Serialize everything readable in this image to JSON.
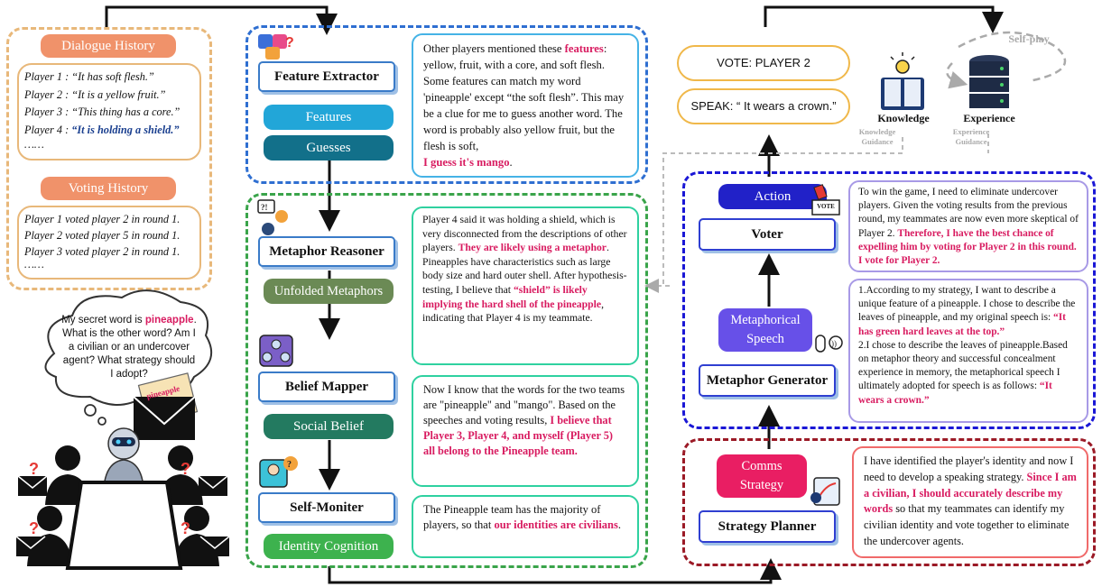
{
  "left": {
    "dialogue_title": "Dialogue History",
    "dialogue": [
      {
        "text": "Player 1 : “It has soft flesh.”"
      },
      {
        "text": "Player 2 : “It is a yellow fruit.”"
      },
      {
        "text": "Player 3 : “This thing has a core.”"
      },
      {
        "prefix": "Player 4 : ",
        "highlight": "“It is holding a shield.”"
      }
    ],
    "dialogue_ellipsis": "……",
    "voting_title": "Voting History",
    "voting": [
      "Player 1 voted player 2 in round 1.",
      "Player 2 voted player 5 in round 1.",
      "Player 3 voted player 2 in round 1."
    ],
    "voting_ellipsis": "……",
    "thought": {
      "pre": "My secret word is",
      "word": "pineapple",
      "post": ". What is the other word? Am I a civilian or an undercover agent? What strategy should I adopt?"
    },
    "card_word": "pineapple"
  },
  "middle": {
    "feature_extractor": "Feature Extractor",
    "features": "Features",
    "guesses": "Guesses",
    "feature_text": {
      "a": "Other players mentioned these ",
      "b": "features",
      "c": ": yellow, fruit, with a core, and soft flesh. Some features can match my word 'pineapple' except “the soft flesh”. This may be a clue for me to guess another word. The word is probably also yellow fruit, but the flesh is soft,",
      "d": "I guess it's mango",
      "e": "."
    },
    "metaphor_reasoner": "Metaphor Reasoner",
    "unfolded": "Unfolded Metaphors",
    "reasoner_text": {
      "a": "Player 4 said it was holding a shield, which is very disconnected from the descriptions of other players. ",
      "b": "They are likely using a metaphor",
      "c": ".",
      "d": "Pineapples have characteristics such as large body size and hard outer shell. After hypothesis-testing, I believe that ",
      "e": "“shield” is likely implying the hard shell of the pineapple",
      "f": ", indicating that Player 4 is my teammate."
    },
    "belief_mapper": "Belief Mapper",
    "social_belief": "Social Belief",
    "belief_text": {
      "a": "Now I know that the words for the two teams are \"pineapple\" and \"mango\". Based on the speeches and voting results, ",
      "b": "I believe that Player 3, Player 4, and myself (Player 5) all belong to the Pineapple team."
    },
    "self_moniter": "Self-Moniter",
    "identity": "Identity Cognition",
    "moniter_text": {
      "a": "The Pineapple team has the majority of players, so that ",
      "b": "our identities are civilians",
      "c": "."
    }
  },
  "right": {
    "vote": "VOTE: PLAYER 2",
    "speak": "SPEAK: “ It wears a crown.”",
    "knowledge": "Knowledge",
    "experience": "Experience",
    "self_play": "Self-play",
    "knowledge_guidance": [
      "Knowledge",
      "Guidance"
    ],
    "experience_guidance": [
      "Experience",
      "Guidance"
    ],
    "action": "Action",
    "vote_box": "VOTE",
    "voter": "Voter",
    "voter_text": {
      "a": "To win the game, I need to eliminate undercover players. Given the voting results from the previous round, my teammates are now even more skeptical of Player 2. ",
      "b": "Therefore, I have the best chance of expelling him by voting for Player 2 in this round. I vote for Player 2."
    },
    "metaphorical_speech": [
      "Metaphorical",
      "Speech"
    ],
    "metaphor_generator": "Metaphor Generator",
    "generator_text": {
      "a": "1.According to my strategy, I want to describe a unique feature of a pineapple. I chose to describe the leaves of pineapple, and my original speech is: ",
      "b": "“It has green hard leaves at the top.”",
      "c": "2.I chose to describe the leaves of pineapple.Based on metaphor theory and successful concealment experience in memory, the metaphorical speech I ultimately adopted for speech is as follows: ",
      "d": "“It wears a crown.”"
    },
    "comms_strategy": [
      "Comms",
      "Strategy"
    ],
    "strategy_planner": "Strategy Planner",
    "planner_text": {
      "a": "I have identified the player's identity and now I need to develop a speaking strategy. ",
      "b": "Since I am a civilian, I should accurately describe my words",
      "c": " so that my teammates can identify my civilian identity and vote together to eliminate the undercover agents."
    }
  },
  "colors": {
    "orange": "#e8b87a",
    "salmon": "#f0926a",
    "blue": "#2f6fd1",
    "green": "#3aa44a",
    "navy": "#1a17d6",
    "darkred": "#9b1a26",
    "pink": "#d81b60",
    "lavender": "#a89ae6"
  }
}
